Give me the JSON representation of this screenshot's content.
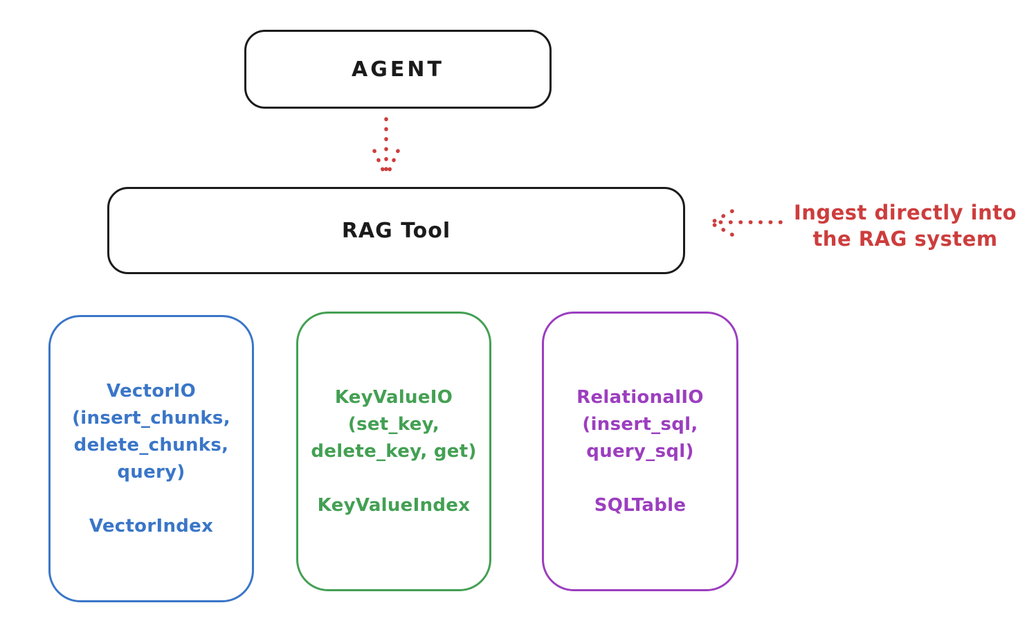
{
  "colors": {
    "ink": "#1b1b1b",
    "red": "#cd3d3d",
    "blue": "#3a76c8",
    "green": "#43a053",
    "purple": "#9c3ebf",
    "background": "#ffffff"
  },
  "diagram": {
    "agent": {
      "label": "AGENT"
    },
    "rag_tool": {
      "label": "RAG Tool"
    },
    "annotation": {
      "line1": "Ingest directly into",
      "line2": "the RAG system"
    },
    "arrows": [
      {
        "name": "agent-to-rag-arrow",
        "style": "dotted",
        "color": "red",
        "direction": "down"
      },
      {
        "name": "annotation-to-rag-arrow",
        "style": "dotted",
        "color": "red",
        "direction": "left"
      }
    ],
    "cards": [
      {
        "lines": [
          "VectorIO",
          "(insert_chunks,",
          "delete_chunks,",
          "query)"
        ],
        "index": "VectorIndex",
        "color": "#3a76c8"
      },
      {
        "lines": [
          "KeyValueIO",
          "(set_key,",
          "delete_key, get)"
        ],
        "index": "KeyValueIndex",
        "color": "#43a053"
      },
      {
        "lines": [
          "RelationalIO",
          "(insert_sql,",
          "query_sql)"
        ],
        "index": "SQLTable",
        "color": "#9c3ebf"
      }
    ]
  }
}
